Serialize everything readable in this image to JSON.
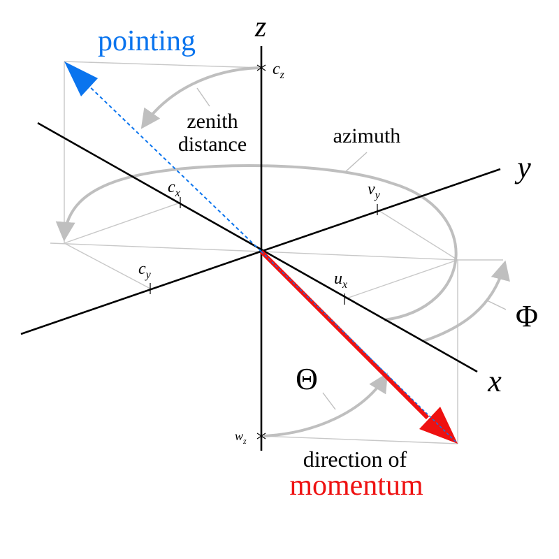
{
  "labels": {
    "pointing": "pointing",
    "z_axis": "z",
    "y_axis": "y",
    "x_axis": "x",
    "zenith_line1": "zenith",
    "zenith_line2": "distance",
    "azimuth": "azimuth",
    "phi": "Φ",
    "theta": "Θ",
    "cz_main": "c",
    "cz_sub": "z",
    "cx_main": "c",
    "cx_sub": "x",
    "cy_main": "c",
    "cy_sub": "y",
    "vy_main": "v",
    "vy_sub": "y",
    "ux_main": "u",
    "ux_sub": "x",
    "wz_main": "w",
    "wz_sub": "z",
    "direction_of": "direction of",
    "momentum": "momentum"
  },
  "colors": {
    "pointing": "#0a74ee",
    "momentum": "#ee1111",
    "guide": "#bfbfbf",
    "axis": "#000000"
  }
}
